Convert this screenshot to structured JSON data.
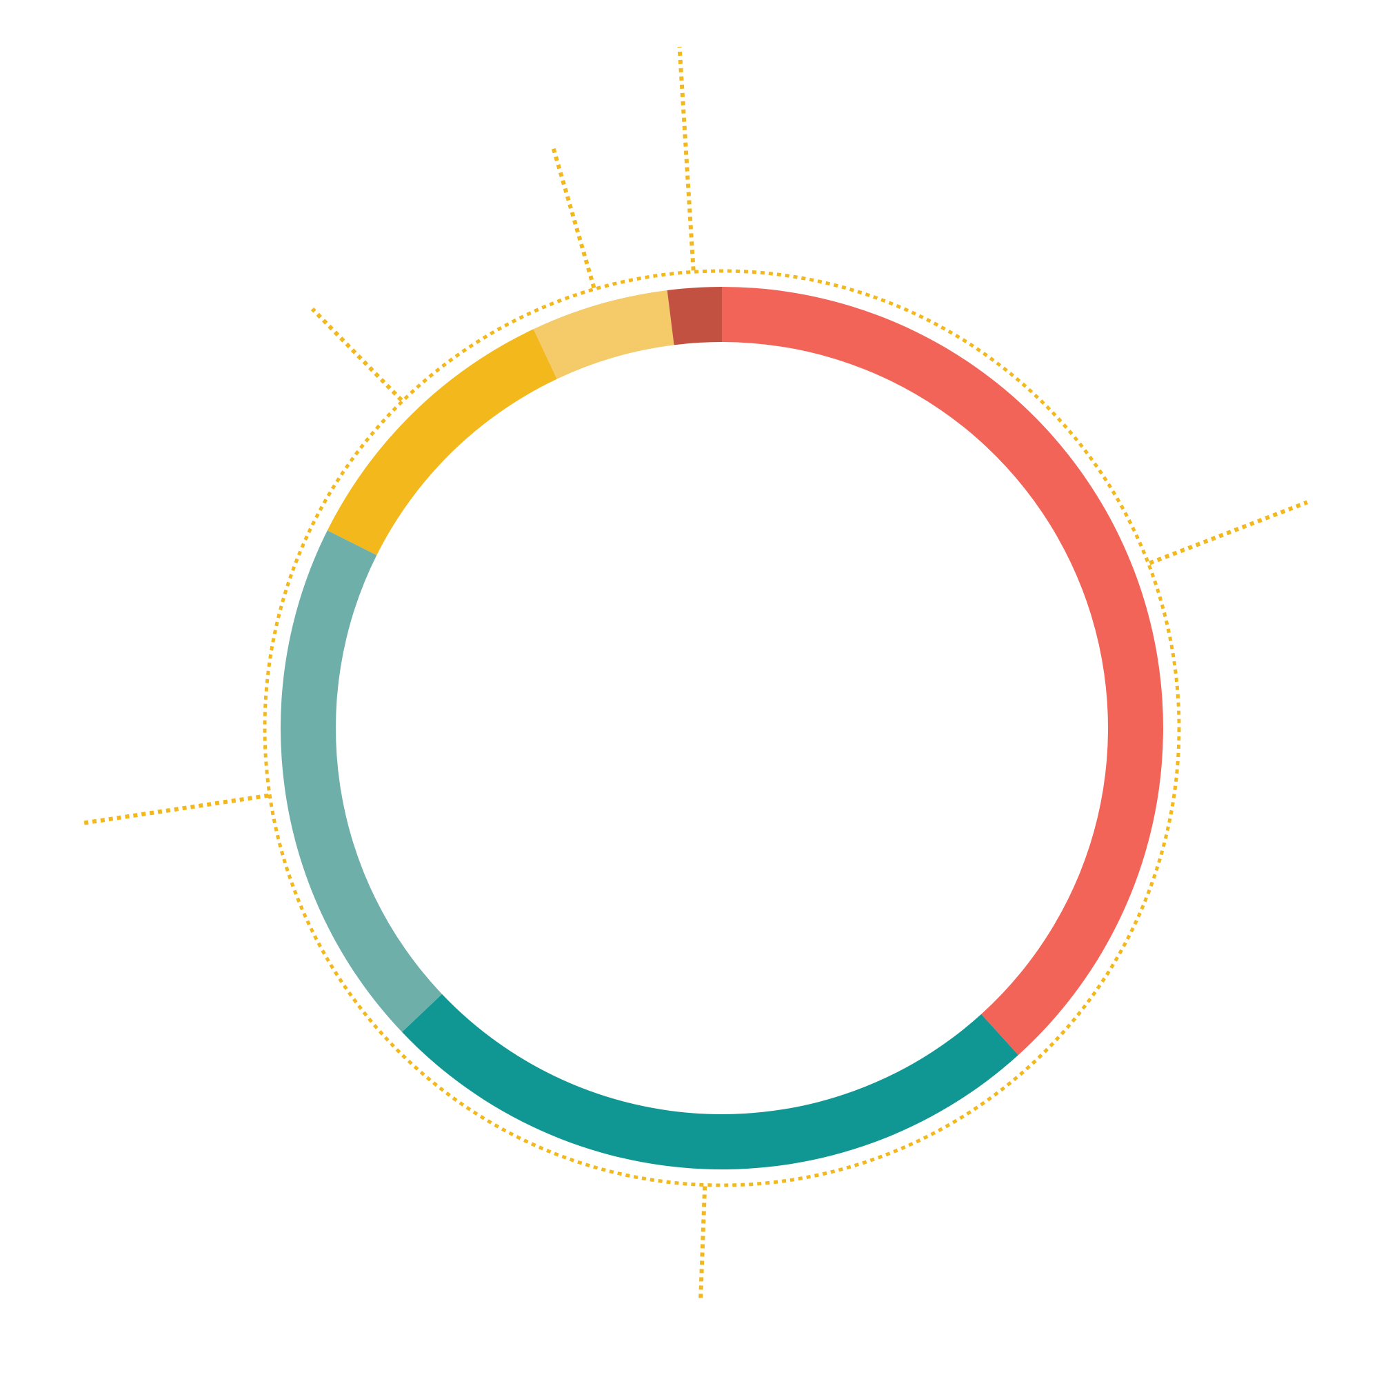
{
  "chart_data": {
    "type": "pie",
    "variant": "donut",
    "title": "",
    "categories": [
      "",
      "",
      "",
      "",
      "",
      ""
    ],
    "values": [
      38.7,
      24.9,
      19.7,
      10.7,
      5.1,
      2.0
    ],
    "colors": [
      "#f26457",
      "#109793",
      "#6eafaa",
      "#f2b81c",
      "#f5cb6a",
      "#c35142"
    ],
    "start_angle_deg": 0,
    "direction": "clockwise",
    "accent_color": "#f2b81c",
    "guide_ring": "dotted",
    "leader_lines": "dotted",
    "legend": "none",
    "grid": false
  }
}
